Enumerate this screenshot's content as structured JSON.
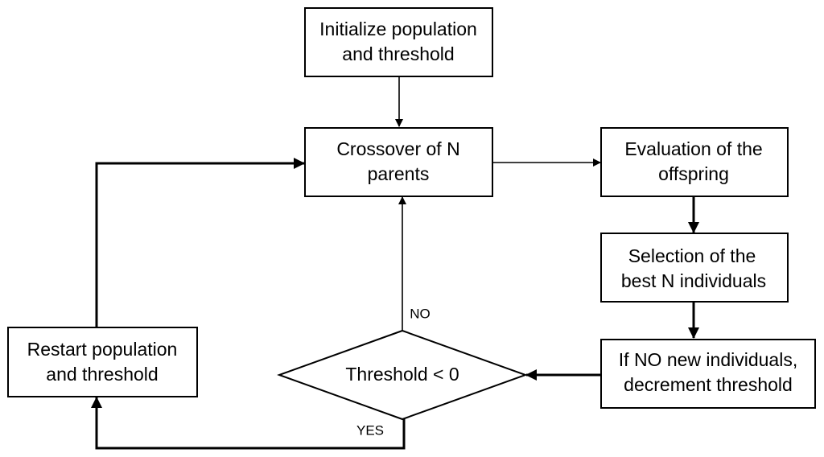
{
  "nodes": {
    "init": {
      "line1": "Initialize population",
      "line2": "and threshold"
    },
    "crossover": {
      "line1": "Crossover of N",
      "line2": "parents"
    },
    "evaluation": {
      "line1": "Evaluation of the",
      "line2": "offspring"
    },
    "selection": {
      "line1": "Selection of the",
      "line2": "best N individuals"
    },
    "decrement": {
      "line1": "If NO new individuals,",
      "line2": "decrement threshold"
    },
    "decision": {
      "label": "Threshold < 0"
    },
    "restart": {
      "line1": "Restart population",
      "line2": "and threshold"
    }
  },
  "edges": {
    "no_label": "NO",
    "yes_label": "YES"
  }
}
